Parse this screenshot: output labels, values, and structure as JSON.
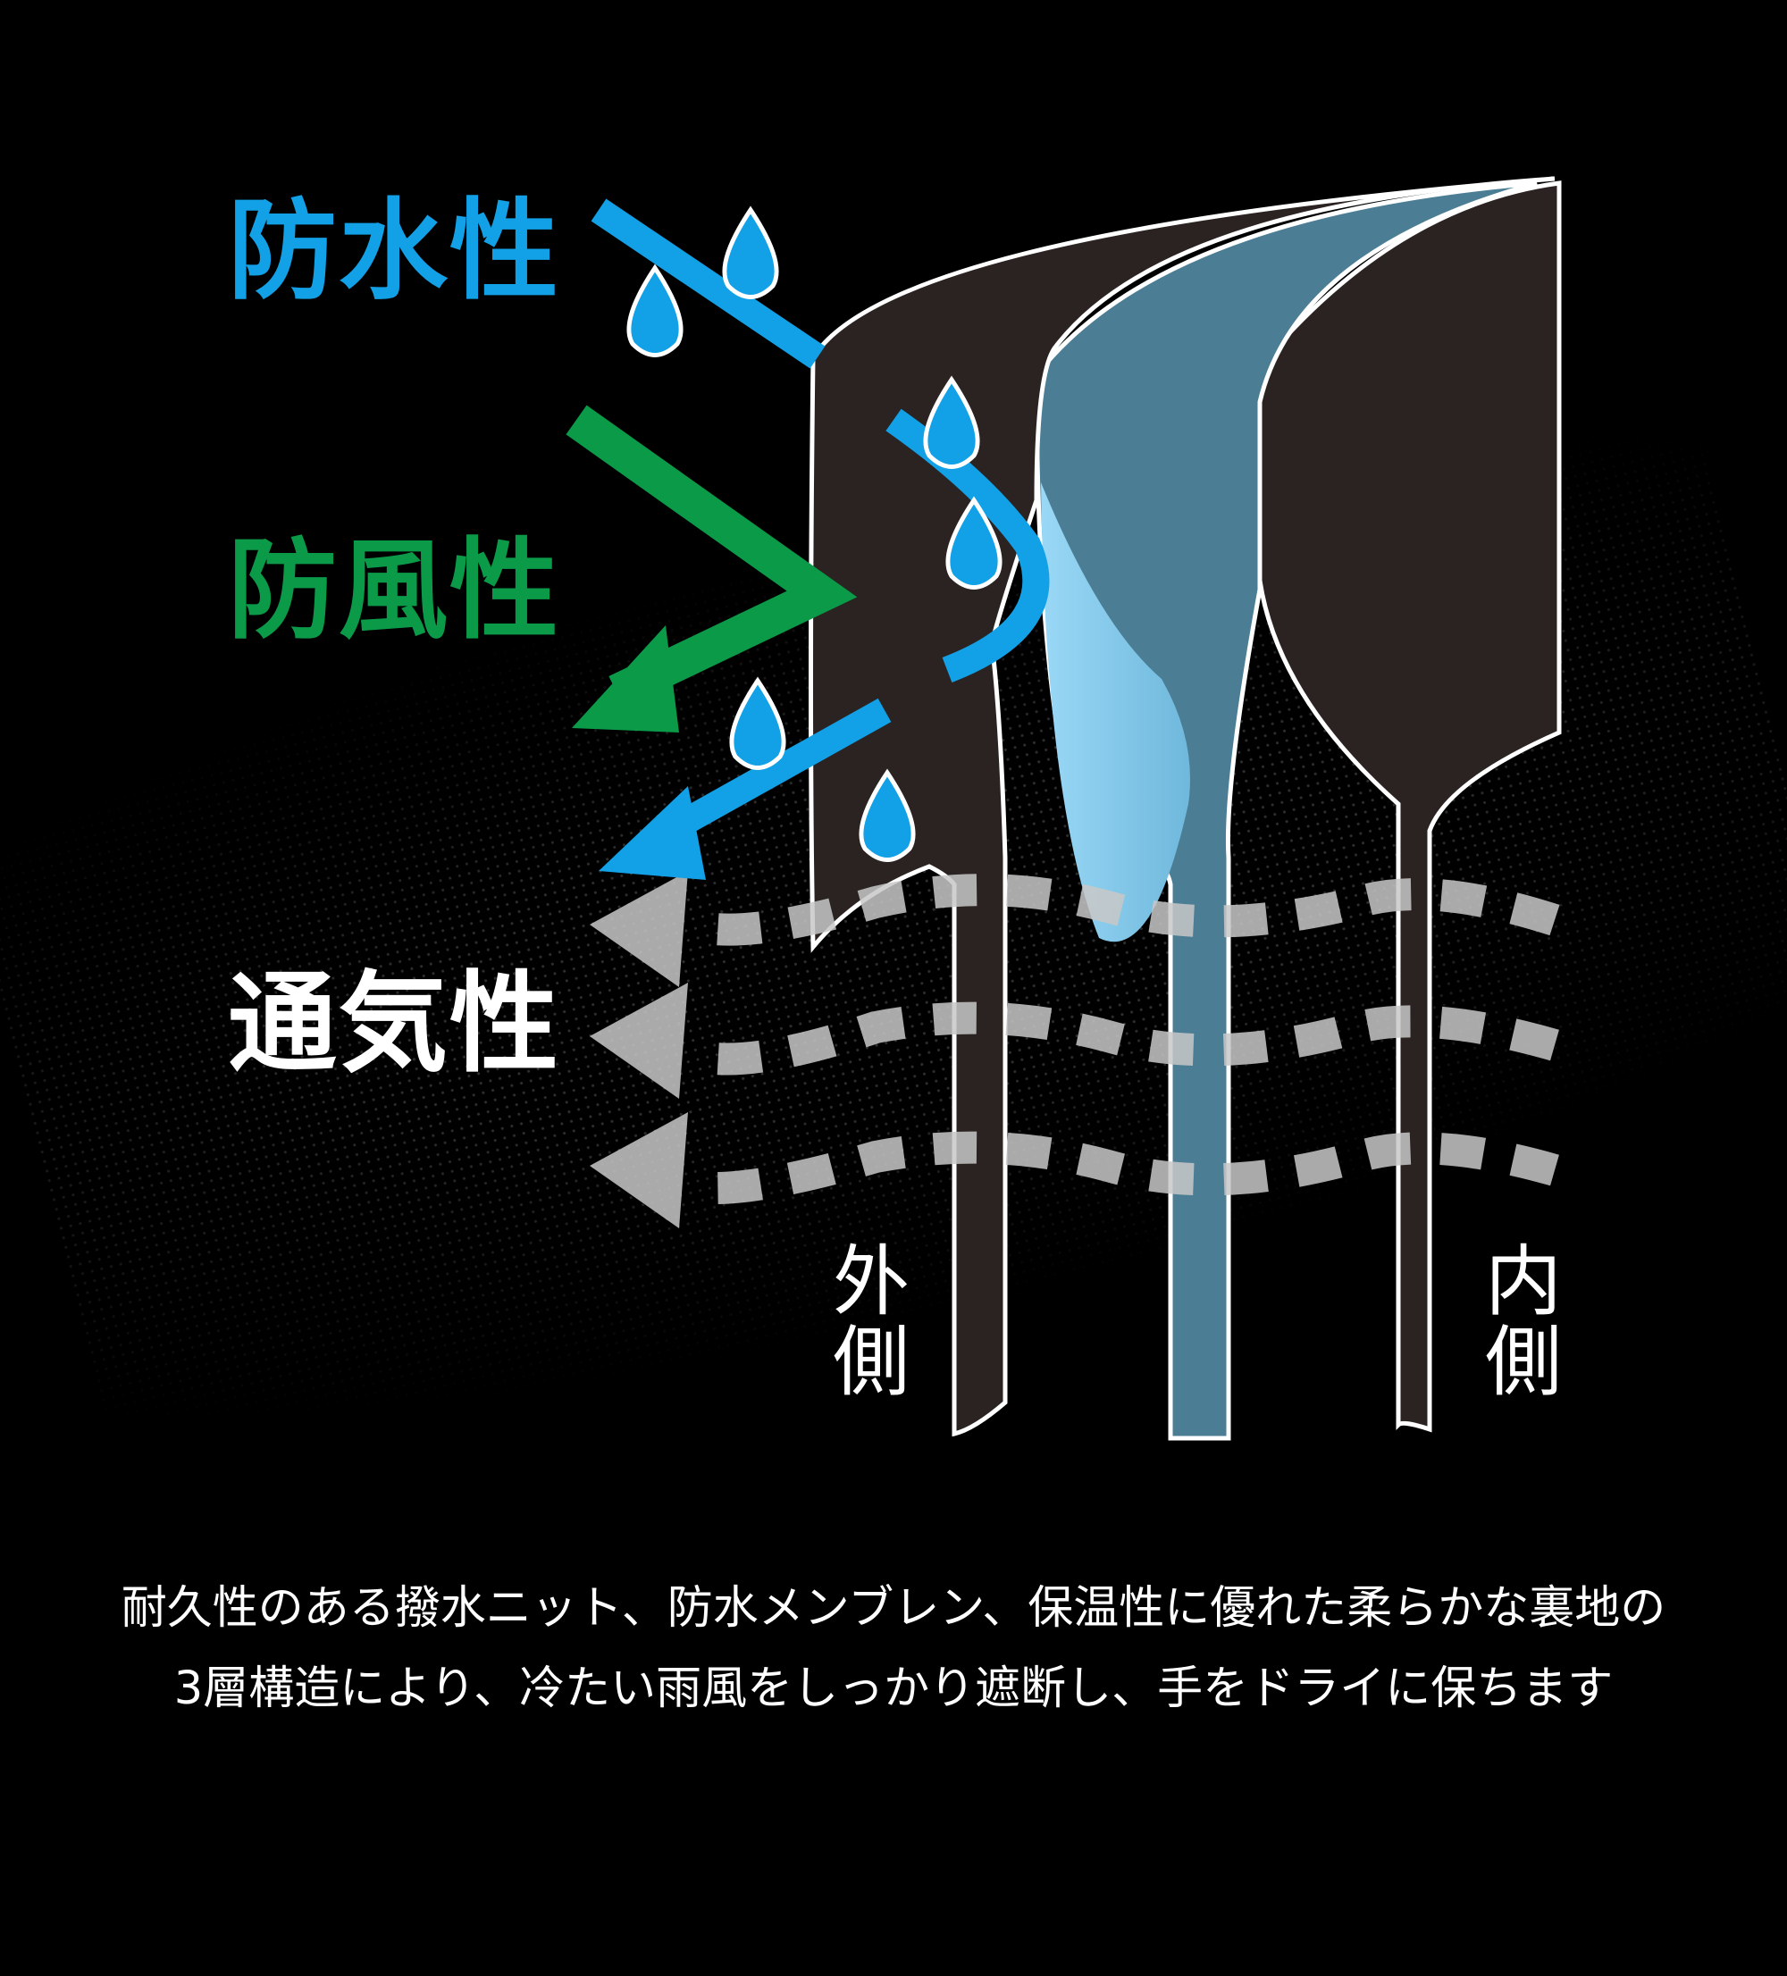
{
  "features": {
    "waterproof": {
      "label": "防水性",
      "color": "#12a0e6"
    },
    "windproof": {
      "label": "防風性",
      "color": "#0a9a48"
    },
    "breathable": {
      "label": "通気性",
      "color": "#ffffff"
    }
  },
  "sides": {
    "outer": {
      "label": "外側"
    },
    "inner": {
      "label": "内側"
    }
  },
  "layers": [
    {
      "name": "撥水ニット",
      "color": "#2a2220"
    },
    {
      "name": "防水メンブレン",
      "color": "#4b7d94"
    },
    {
      "name": "裏地",
      "color": "#2a2220"
    }
  ],
  "caption": {
    "line1": "耐久性のある撥水ニット、防水メンブレン、保温性に優れた柔らかな裏地の",
    "line2": "3層構造により、冷たい雨風をしっかり遮断し、手をドライに保ちます"
  },
  "colors": {
    "background": "#000000",
    "airflow": "#c8c8c8",
    "membrane_light": "#8fd3f4"
  }
}
